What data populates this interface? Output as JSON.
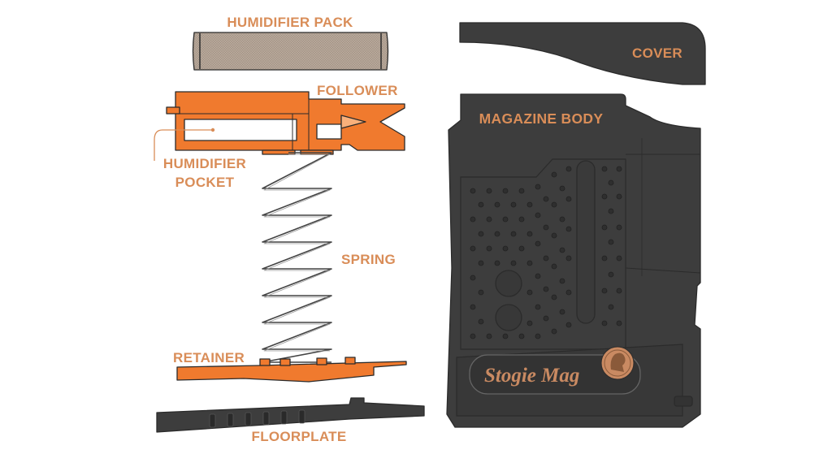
{
  "labels": {
    "humidifier_pack": "HUMIDIFIER PACK",
    "follower": "FOLLOWER",
    "humidifier_pocket_line1": "HUMIDIFIER",
    "humidifier_pocket_line2": "POCKET",
    "spring": "SPRING",
    "retainer": "RETAINER",
    "floorplate": "FLOORPLATE",
    "cover": "COVER",
    "magazine_body": "MAGAZINE BODY"
  },
  "logo_text": "Stogie Mag",
  "colors": {
    "accent_text": "#d98d58",
    "orange_part": "#f07a2e",
    "dark_part": "#3d3d3d",
    "pack_fill": "#b8a99c",
    "logo_copper": "#c98a62"
  }
}
